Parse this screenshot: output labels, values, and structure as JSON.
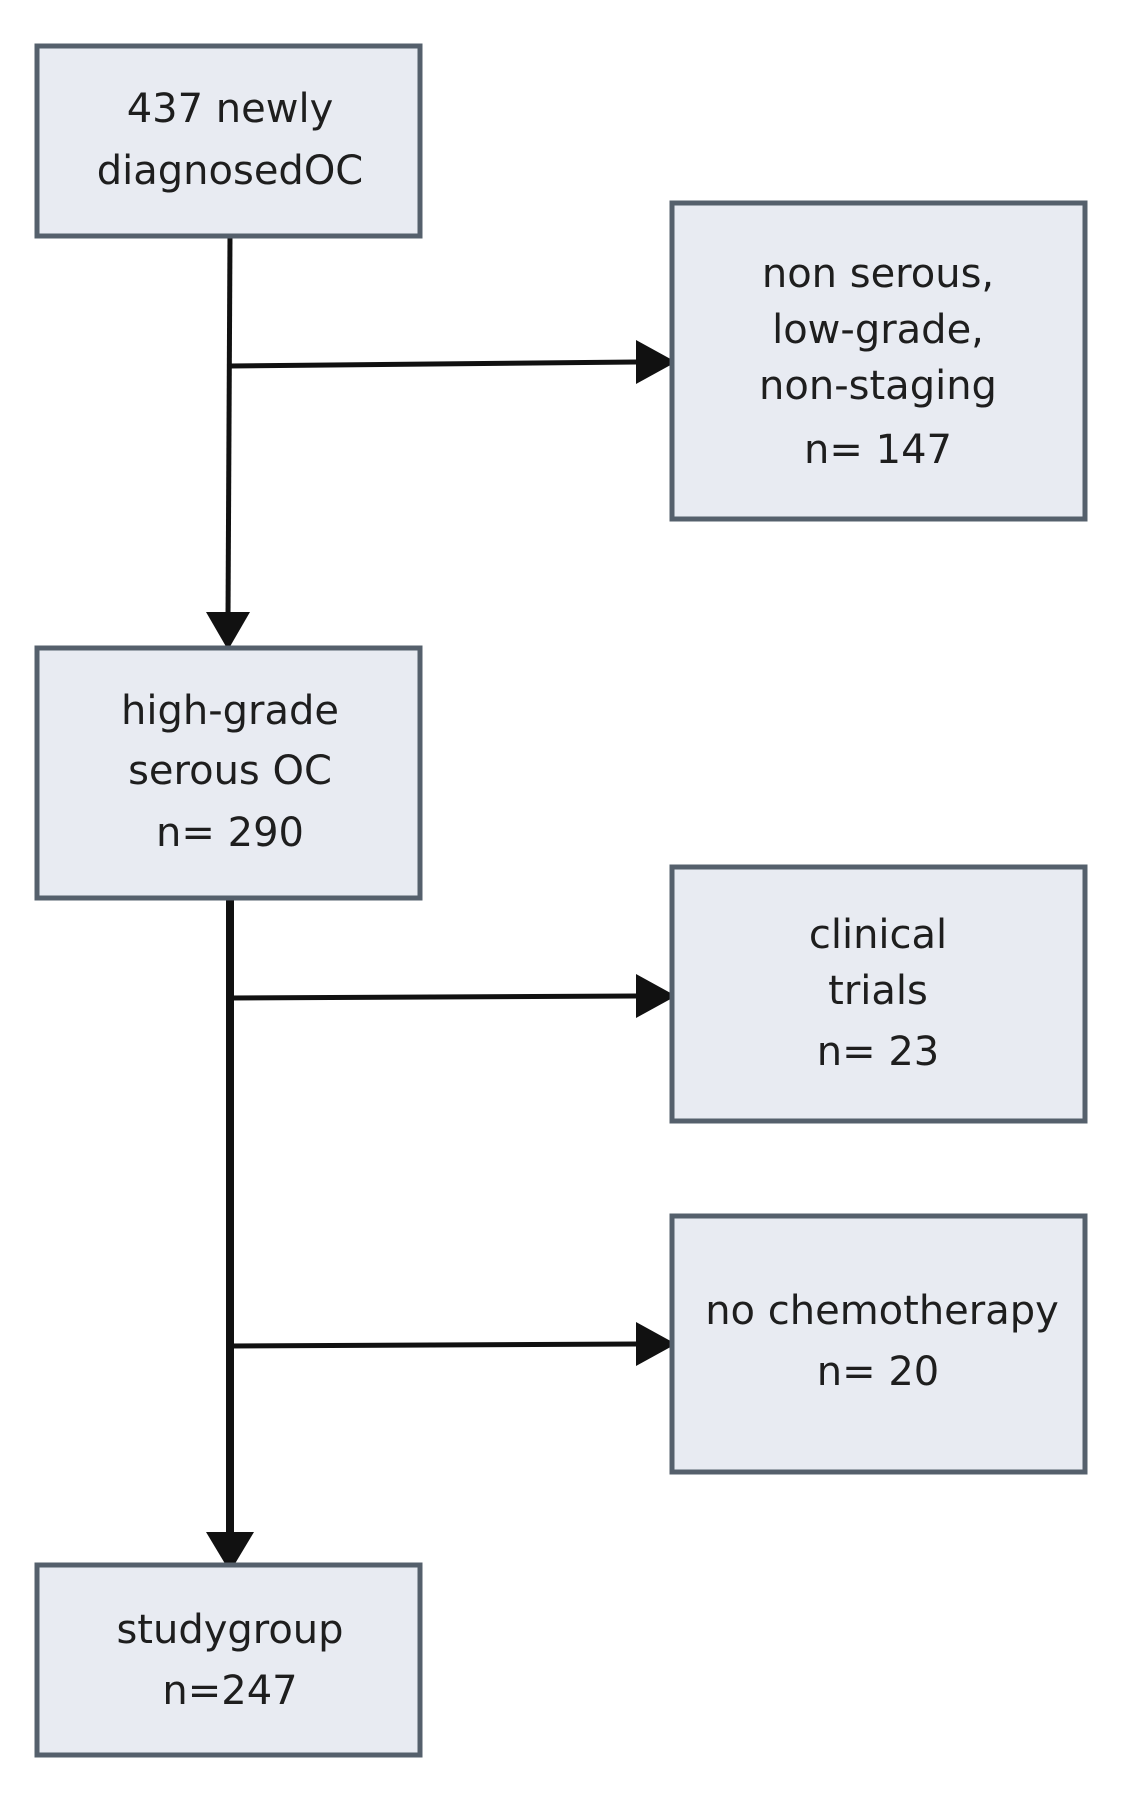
{
  "boxes": {
    "total": {
      "lines": [
        "437 newly",
        "diagnosedOC"
      ]
    },
    "excluded_histology": {
      "lines": [
        "non serous,",
        "low-grade,",
        "non-staging",
        "n=  147"
      ]
    },
    "high_grade": {
      "lines": [
        "high-grade",
        "serous OC",
        "n= 290"
      ]
    },
    "clinical_trials": {
      "lines": [
        "clinical",
        "trials",
        "n= 23"
      ]
    },
    "no_chemo": {
      "lines": [
        "no chemotherapy",
        "n= 20"
      ]
    },
    "study_group": {
      "lines": [
        "studygroup",
        "n=247"
      ]
    }
  }
}
